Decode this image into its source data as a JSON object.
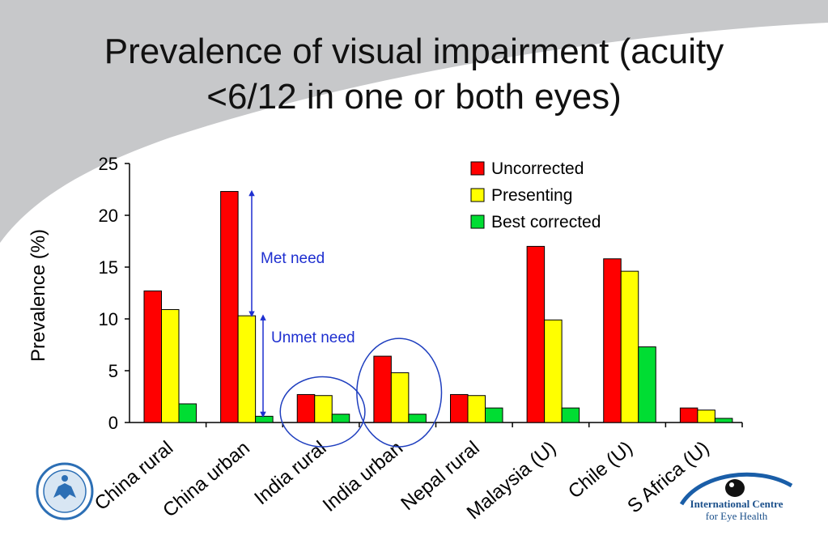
{
  "title_line1": "Prevalence of visual impairment (acuity",
  "title_line2": "<6/12 in one or both eyes)",
  "colors": {
    "uncorrected": "#ff0000",
    "presenting": "#ffff00",
    "best_corrected": "#00dd33",
    "annotation": "#1e2fd0",
    "background_swoosh": "#c7c8ca"
  },
  "chart_data": {
    "type": "bar",
    "ylabel": "Prevalence (%)",
    "xlabel": "",
    "ylim": [
      0,
      25
    ],
    "yticks": [
      0,
      5,
      10,
      15,
      20,
      25
    ],
    "categories": [
      "China rural",
      "China urban",
      "India rural",
      "India urban",
      "Nepal  rural",
      "Malaysia (U)",
      "Chile (U)",
      "S Africa (U)"
    ],
    "series": [
      {
        "name": "Uncorrected",
        "values": [
          12.7,
          22.3,
          2.7,
          6.4,
          2.7,
          17.0,
          15.8,
          1.4
        ]
      },
      {
        "name": "Presenting",
        "values": [
          10.9,
          10.3,
          2.6,
          4.8,
          2.6,
          9.9,
          14.6,
          1.2
        ]
      },
      {
        "name": "Best corrected",
        "values": [
          1.8,
          0.6,
          0.8,
          0.8,
          1.4,
          1.4,
          7.3,
          0.4
        ]
      }
    ],
    "legend_position": "top-right",
    "grid": false,
    "annotations": [
      {
        "text": "Met need",
        "category": "China urban",
        "from": 10.3,
        "to": 22.3
      },
      {
        "text": "Unmet need",
        "category": "China urban",
        "from": 0.6,
        "to": 10.3
      }
    ],
    "highlighted_categories": [
      "India rural",
      "India urban"
    ]
  },
  "logos": {
    "left": "lshtm-crest-logo",
    "right_line1": "International Centre",
    "right_line2": "for Eye Health"
  }
}
